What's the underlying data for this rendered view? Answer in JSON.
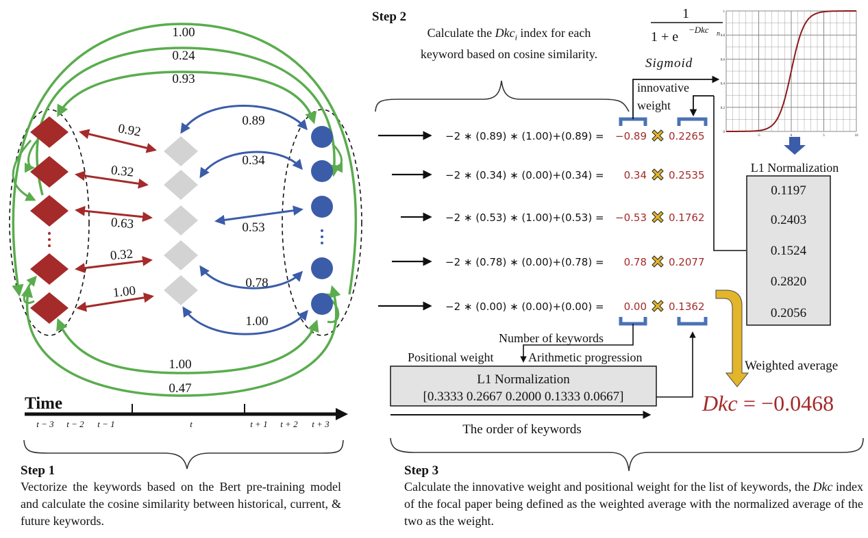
{
  "step1": {
    "title": "Step 1",
    "description": "Vectorize the keywords based on the Bert pre-training model and calculate the cosine similarity between historical, current, & future keywords."
  },
  "step2": {
    "title": "Step 2",
    "description_pre": "Calculate the ",
    "description_var": "Dkc",
    "description_sub": "i",
    "description_post": " index for each",
    "description_line2": "keyword based on cosine similarity."
  },
  "step3": {
    "title": "Step 3",
    "description_pre": "Calculate the innovative weight and positional weight for the list of keywords, the ",
    "description_var": "Dkc",
    "description_post": " index of the focal paper being defined as the weighted average with the normalized average of the two as the weight."
  },
  "timeline": {
    "label": "Time",
    "ticks": [
      "t − 3",
      "t − 2",
      "t − 1",
      "t",
      "t + 1",
      "t + 2",
      "t + 3"
    ]
  },
  "similarities": {
    "green_top": [
      "1.00",
      "0.24",
      "0.93"
    ],
    "green_bottom": [
      "1.00",
      "0.47"
    ],
    "red": [
      "0.92",
      "0.32",
      "0.63",
      "0.32",
      "1.00"
    ],
    "blue": [
      "0.89",
      "0.34",
      "0.53",
      "0.78",
      "1.00"
    ]
  },
  "formulas": [
    {
      "expr": "−2 ∗ (0.89) ∗ (1.00)+(0.89) =",
      "dkc": "−0.89",
      "weight": "0.2265"
    },
    {
      "expr": "−2 ∗ (0.34) ∗ (0.00)+(0.34) =",
      "dkc": "0.34",
      "weight": "0.2535"
    },
    {
      "expr": "−2 ∗ (0.53) ∗ (1.00)+(0.53) =",
      "dkc": "−0.53",
      "weight": "0.1762"
    },
    {
      "expr": "−2 ∗ (0.78) ∗ (0.00)+(0.78) =",
      "dkc": "0.78",
      "weight": "0.2077"
    },
    {
      "expr": "−2 ∗ (0.00) ∗ (0.00)+(0.00) =",
      "dkc": "0.00",
      "weight": "0.1362"
    }
  ],
  "sigmoid": {
    "numerator": "1",
    "denominator": "1 + e",
    "exponent": "−Dkc",
    "exponent_sub": "n",
    "label": "Sigmoid",
    "innovative_weight_line1": "innovative",
    "innovative_weight_line2": "weight",
    "x_ticks": [
      "-5",
      "0",
      "5",
      "10"
    ],
    "y_ticks": [
      "0",
      "0.2",
      "0.4",
      "0.6",
      "0.8",
      "1"
    ]
  },
  "l1_innovative": {
    "title": "L1 Normalization",
    "values": [
      "0.1197",
      "0.2403",
      "0.1524",
      "0.2820",
      "0.2056"
    ]
  },
  "positional": {
    "number_of_keywords": "Number of keywords",
    "positional_weight": "Positional weight",
    "arithmetic_progression": "Arithmetic progression",
    "box_title": "L1 Normalization",
    "box_values": "[0.3333 0.2667 0.2000 0.1333 0.0667]",
    "order_label": "The order of keywords"
  },
  "result": {
    "weighted_average_label": "Weighted average",
    "dkc_label": "Dkc",
    "dkc_value": "= −0.0468"
  },
  "colors": {
    "historical": "#a52a2a",
    "current": "#d3d3d3",
    "future": "#3b5ca8",
    "green_arrow": "#5aac4e",
    "red_text": "#a52a2a",
    "blue_bracket": "#4a72b5",
    "gold": "#e3b52a",
    "box_fill": "#e3e3e3"
  }
}
